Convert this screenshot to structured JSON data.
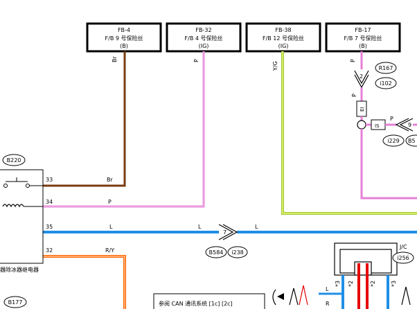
{
  "fuses": [
    {
      "id": "FB-4",
      "name": "F/B 9 号保险丝",
      "supply": "(B)",
      "wire_color": "Br"
    },
    {
      "id": "FB-32",
      "name": "F/B 4 号保险丝",
      "supply": "(IG)",
      "wire_color": "P"
    },
    {
      "id": "FB-38",
      "name": "F/B 12 号保险丝",
      "supply": "(IG)",
      "wire_color": "Y/G"
    },
    {
      "id": "FB-17",
      "name": "F/B 7 号保险丝",
      "supply": "(B)",
      "wire_color": "P"
    }
  ],
  "relay": {
    "connector": "B220",
    "label": "器除冰器继电器",
    "pins": [
      {
        "pin": "33",
        "wire": "Br"
      },
      {
        "pin": "34",
        "wire": "P"
      },
      {
        "pin": "35",
        "wire": "L"
      },
      {
        "pin": "32",
        "wire": "R/Y"
      }
    ]
  },
  "connectors": {
    "r167": "R167",
    "i102": "i102",
    "i229": "i229",
    "b5": "B5",
    "b584": "B584",
    "i238": "i238",
    "i256": "i256",
    "b177": "B177"
  },
  "fb17_branch": {
    "pin_top": "2",
    "wire_below": "P",
    "label_ei": "EI",
    "label_is": "IS",
    "wire_right": "P",
    "pin_right": "9"
  },
  "l_line": {
    "wire_left": "L",
    "pin": "7",
    "wire_right": "L"
  },
  "joint": {
    "label": "J/C",
    "wires": [
      "L",
      "R"
    ],
    "marks": [
      "*3",
      "*2",
      "*2",
      "*3"
    ]
  },
  "note": "参阅 CAN 通讯系统 [1c] [2c]",
  "colors": {
    "brown": "#7a3a10",
    "pink": "#e67fd6",
    "yellow_green": "#9acd32",
    "blue": "#1f8fe6",
    "orange": "#ff6600",
    "red": "#e60000"
  }
}
